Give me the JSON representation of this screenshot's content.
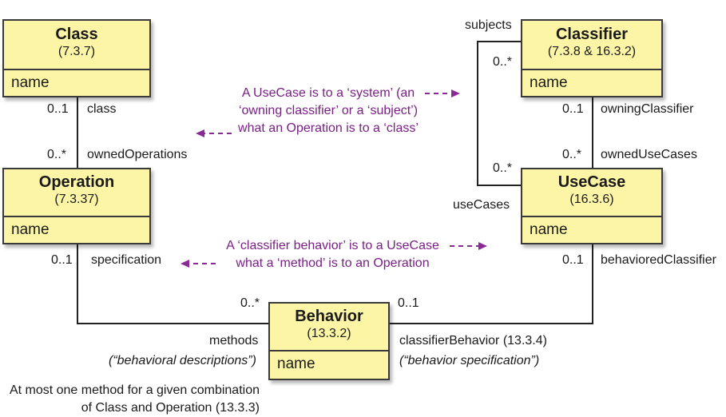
{
  "diagram": {
    "classes": {
      "class": {
        "name": "Class",
        "section": "(7.3.7)",
        "attribute": "name"
      },
      "classifier": {
        "name": "Classifier",
        "section": "(7.3.8 & 16.3.2)",
        "attribute": "name"
      },
      "operation": {
        "name": "Operation",
        "section": "(7.3.37)",
        "attribute": "name"
      },
      "usecase": {
        "name": "UseCase",
        "section": "(16.3.6)",
        "attribute": "name"
      },
      "behavior": {
        "name": "Behavior",
        "section": "(13.3.2)",
        "attribute": "name"
      }
    },
    "labels": {
      "class_mult": "0..1",
      "class_role": "class",
      "ops_mult": "0..*",
      "ops_role": "ownedOperations",
      "spec_mult": "0..1",
      "spec_role": "specification",
      "methods_mult": "0..*",
      "methods_role": "methods",
      "methods_note": "(“behavioral descriptions”)",
      "cb_mult": "0..1",
      "cb_role": "classifierBehavior (13.3.4)",
      "cb_note": "(“behavior specification”)",
      "subjects_role": "subjects",
      "subjects_mult": "0..*",
      "usecases_mult": "0..*",
      "usecases_role": "useCases",
      "owning_mult": "0..1",
      "owning_role": "owningClassifier",
      "owneduc_mult": "0..*",
      "owneduc_role": "ownedUseCases",
      "bc_mult": "0..1",
      "bc_role": "behavioredClassifier"
    },
    "notes": {
      "top_line1": "A UseCase is to a ‘system’ (an",
      "top_line2": "‘owning classifier’ or a ‘subject’)",
      "top_line3": "what an Operation is to a ‘class’",
      "mid_line1": "A ‘classifier behavior’ is to a UseCase",
      "mid_line2": "what a ‘method’ is to an Operation"
    },
    "footnote": {
      "line1": "At most one method for a given combination",
      "line2": "of Class and Operation (13.3.3)"
    },
    "colors": {
      "class_fill": "#fdf5a6",
      "note_text": "#7a1f86"
    }
  }
}
